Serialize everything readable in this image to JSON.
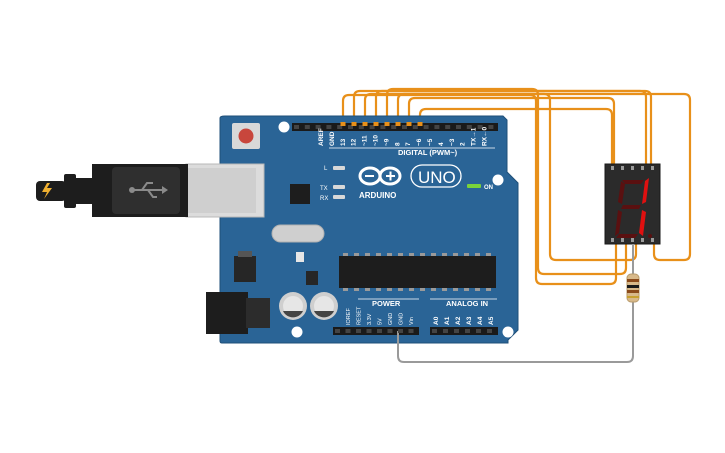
{
  "board": {
    "brand": "ARDUINO",
    "model": "UNO",
    "on_label": "ON",
    "l_label": "L",
    "tx_label": "TX",
    "rx_label": "RX",
    "digital_label": "DIGITAL (PWM~)",
    "power_label": "POWER",
    "analog_label": "ANALOG IN",
    "digital_pins": [
      "AREF",
      "GND",
      "13",
      "12",
      "~11",
      "~10",
      "~9",
      "8",
      "7",
      "~6",
      "~5",
      "4",
      "~3",
      "2",
      "TX→1",
      "RX←0"
    ],
    "power_pins": [
      "IOREF",
      "RESET",
      "3.3V",
      "5V",
      "GND",
      "GND",
      "Vin"
    ],
    "analog_pins": [
      "A0",
      "A1",
      "A2",
      "A3",
      "A4",
      "A5"
    ]
  },
  "display": {
    "digit": "1"
  },
  "colors": {
    "board": "#2a6496",
    "wire_orange": "#e8901a",
    "wire_gray": "#9a9a9a",
    "segment_on": "#e01010",
    "segment_off": "#5a1010"
  },
  "icons": [
    "usb-cable-icon",
    "lightning-icon",
    "arduino-logo-icon",
    "reset-button-icon"
  ]
}
